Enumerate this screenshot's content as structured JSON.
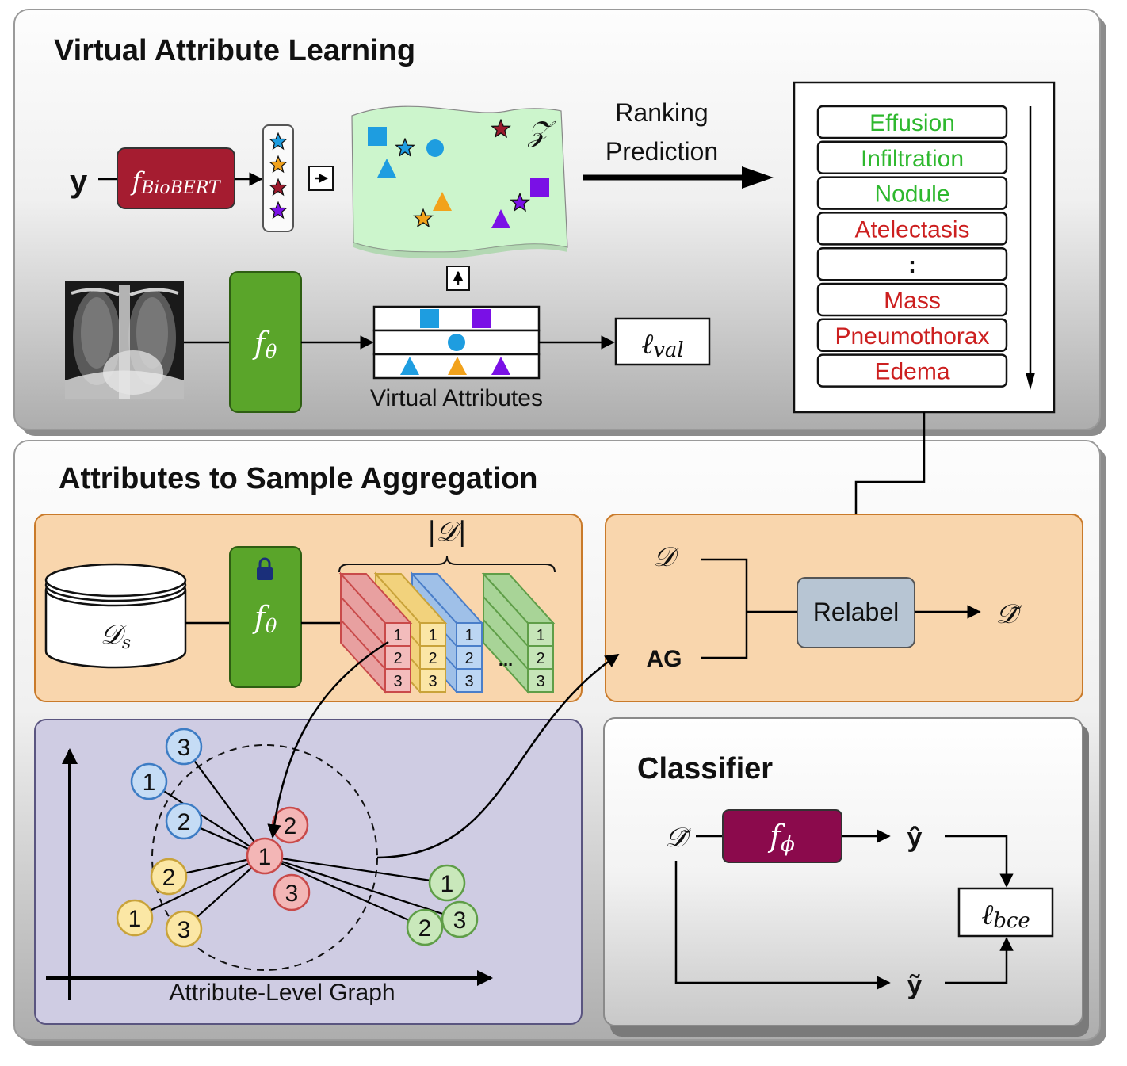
{
  "sections": {
    "val": {
      "title": "Virtual Attribute Learning"
    },
    "asa": {
      "title": "Attributes to Sample Aggregation"
    },
    "cls": {
      "title": "Classifier"
    }
  },
  "val": {
    "y_symbol": "y",
    "biobert": {
      "f": "f",
      "sub": "BioBERT"
    },
    "z_symbol": "𝒵",
    "ranking_label_1": "Ranking",
    "ranking_label_2": "Prediction",
    "f_theta": {
      "f": "f",
      "sub": "θ"
    },
    "virtual_attributes_label": "Virtual Attributes",
    "loss_val": {
      "l": "ℓ",
      "sub": "val"
    },
    "ranking_list": [
      {
        "label": "Effusion",
        "color": "#2eb82e"
      },
      {
        "label": "Infiltration",
        "color": "#2eb82e"
      },
      {
        "label": "Nodule",
        "color": "#2eb82e"
      },
      {
        "label": "Atelectasis",
        "color": "#cc1f1f"
      },
      {
        "label": ":",
        "color": "#111111"
      },
      {
        "label": "Mass",
        "color": "#cc1f1f"
      },
      {
        "label": "Pneumothorax",
        "color": "#cc1f1f"
      },
      {
        "label": "Edema",
        "color": "#cc1f1f"
      }
    ]
  },
  "asa": {
    "dataset_label": {
      "d": "𝒟",
      "sub": "s"
    },
    "f_theta": {
      "f": "f",
      "sub": "θ"
    },
    "cardinality_label": "|𝒟|",
    "cube_numbers": [
      "1",
      "2",
      "3"
    ],
    "ellipsis": "...",
    "d_label": "𝒟",
    "ag_label": "AG",
    "relabel_label": "Relabel",
    "d_tilde_label": "𝒟̃",
    "graph_label": "Attribute-Level Graph",
    "graph_nodes": [
      {
        "n": "3",
        "group": "blue"
      },
      {
        "n": "1",
        "group": "blue"
      },
      {
        "n": "2",
        "group": "blue"
      },
      {
        "n": "2",
        "group": "red"
      },
      {
        "n": "1",
        "group": "red"
      },
      {
        "n": "3",
        "group": "red"
      },
      {
        "n": "2",
        "group": "yellow"
      },
      {
        "n": "1",
        "group": "yellow"
      },
      {
        "n": "3",
        "group": "yellow"
      },
      {
        "n": "1",
        "group": "green"
      },
      {
        "n": "3",
        "group": "green"
      },
      {
        "n": "2",
        "group": "green"
      }
    ]
  },
  "cls": {
    "d_tilde": "𝒟̃",
    "f_phi": {
      "f": "f",
      "sub": "ϕ"
    },
    "y_hat": "ŷ",
    "y_tilde": "ỹ",
    "loss_bce": {
      "l": "ℓ",
      "sub": "bce"
    }
  },
  "colors": {
    "biobert": "#a51c30",
    "f_theta": "#5aa52a",
    "f_phi": "#8b0a4c",
    "relabel": "#b7c5d3",
    "orange_panel": "#f9d6ad",
    "purple_panel": "#cfcce3",
    "z_manifold": "#ccf5cc",
    "blue": "#1e9de0",
    "orange": "#f2a21b",
    "purple": "#7a10e6",
    "darkred": "#9b1a2c"
  }
}
